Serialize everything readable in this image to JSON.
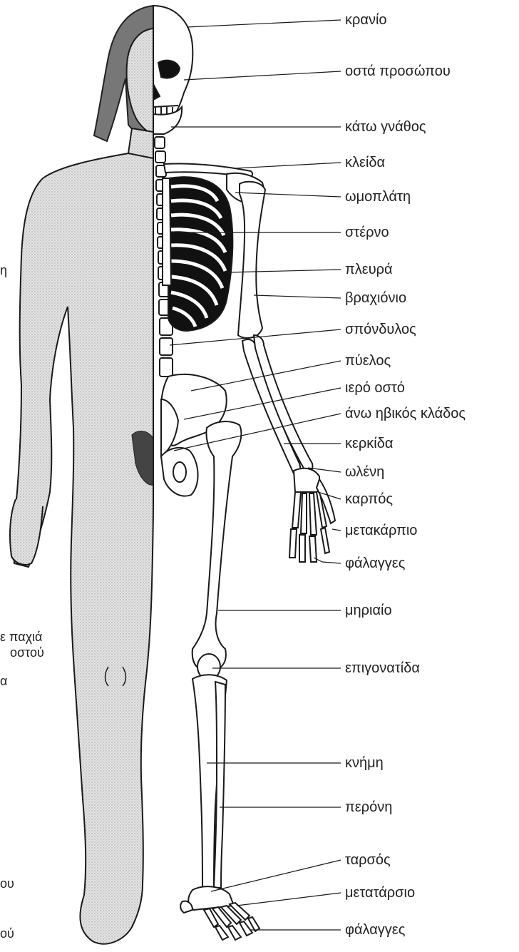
{
  "labels": [
    {
      "id": "cranium",
      "text": "κρανίο"
    },
    {
      "id": "facial-bones",
      "text": "οστά προσώπου"
    },
    {
      "id": "mandible",
      "text": "κάτω γνάθος"
    },
    {
      "id": "clavicle",
      "text": "κλείδα"
    },
    {
      "id": "scapula",
      "text": "ωμοπλάτη"
    },
    {
      "id": "sternum",
      "text": "στέρνο"
    },
    {
      "id": "ribs",
      "text": "πλευρά"
    },
    {
      "id": "humerus",
      "text": "βραχιόνιο"
    },
    {
      "id": "vertebra",
      "text": "σπόνδυλος"
    },
    {
      "id": "pelvis",
      "text": "πύελος"
    },
    {
      "id": "sacrum",
      "text": "ιερό οστό"
    },
    {
      "id": "pubic-ramus",
      "text": "άνω ηβικός κλάδος"
    },
    {
      "id": "radius",
      "text": "κερκίδα"
    },
    {
      "id": "ulna",
      "text": "ωλένη"
    },
    {
      "id": "carpus",
      "text": "καρπός"
    },
    {
      "id": "metacarpus",
      "text": "μετακάρπιο"
    },
    {
      "id": "hand-phalanges",
      "text": "φάλαγγες"
    },
    {
      "id": "femur",
      "text": "μηριαίο"
    },
    {
      "id": "patella",
      "text": "επιγονατίδα"
    },
    {
      "id": "tibia",
      "text": "κνήμη"
    },
    {
      "id": "fibula",
      "text": "περόνη"
    },
    {
      "id": "tarsus",
      "text": "ταρσός"
    },
    {
      "id": "metatarsus",
      "text": "μετατάρσιο"
    },
    {
      "id": "foot-phalanges",
      "text": "φάλαγγες"
    }
  ],
  "left_fragments": [
    {
      "id": "frag-1",
      "text": "η"
    },
    {
      "id": "frag-2",
      "text": "ε παχιά"
    },
    {
      "id": "frag-3",
      "text": "οστού"
    },
    {
      "id": "frag-4",
      "text": "α"
    },
    {
      "id": "frag-5",
      "text": "ου"
    },
    {
      "id": "frag-6",
      "text": "ού"
    }
  ],
  "colors": {
    "ink": "#1a1a1a",
    "skin_shade": "#d9d9d9",
    "bone": "#ffffff",
    "background": "#ffffff"
  }
}
